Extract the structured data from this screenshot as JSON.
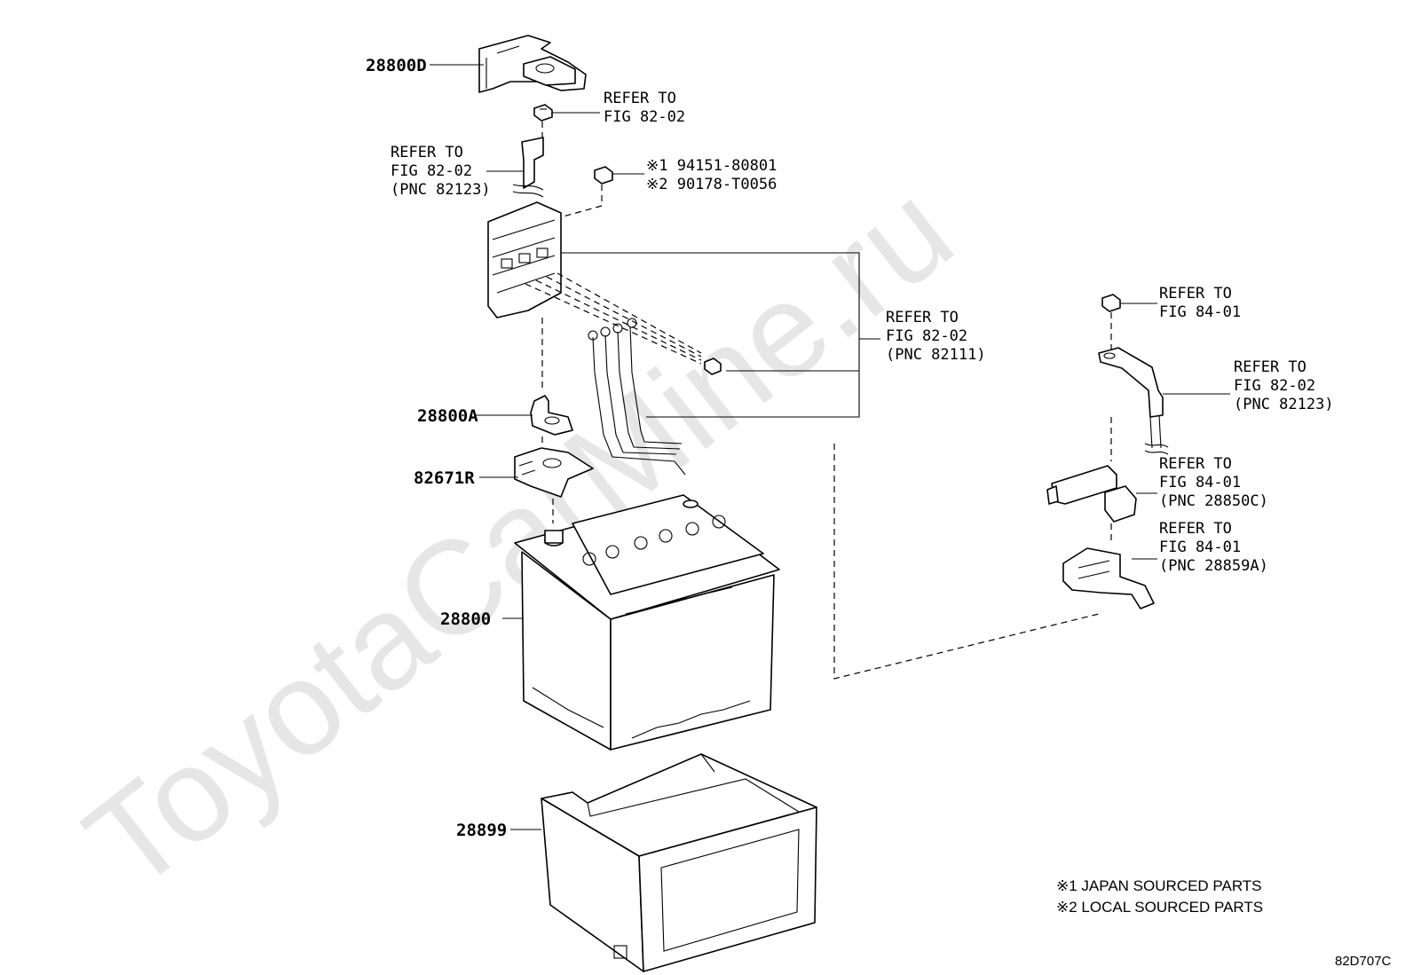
{
  "watermark": "ToyotaCarMine.ru",
  "labels": {
    "p28800D": "28800D",
    "p28800A": "28800A",
    "p82671R": "82671R",
    "p28800": "28800",
    "p28899": "28899"
  },
  "refs": {
    "nut_top": [
      "REFER TO",
      "FIG 82-02"
    ],
    "cable_left": [
      "REFER TO",
      "FIG 82-02",
      "(PNC 82123)"
    ],
    "nut_mid": [
      "※1 94151-80801",
      "※2 90178-T0056"
    ],
    "harness": [
      "REFER TO",
      "FIG 82-02",
      "(PNC 82111)"
    ],
    "nut_right": [
      "REFER TO",
      "FIG 84-01"
    ],
    "cable_right": [
      "REFER TO",
      "FIG 82-02",
      "(PNC 82123)"
    ],
    "sensor": [
      "REFER TO",
      "FIG 84-01",
      "(PNC 28850C)"
    ],
    "bracket": [
      "REFER TO",
      "FIG 84-01",
      "(PNC 28859A)"
    ]
  },
  "notes": [
    "※1 JAPAN SOURCED PARTS",
    "※2 LOCAL SOURCED PARTS"
  ],
  "diagram_code": "82D707C"
}
